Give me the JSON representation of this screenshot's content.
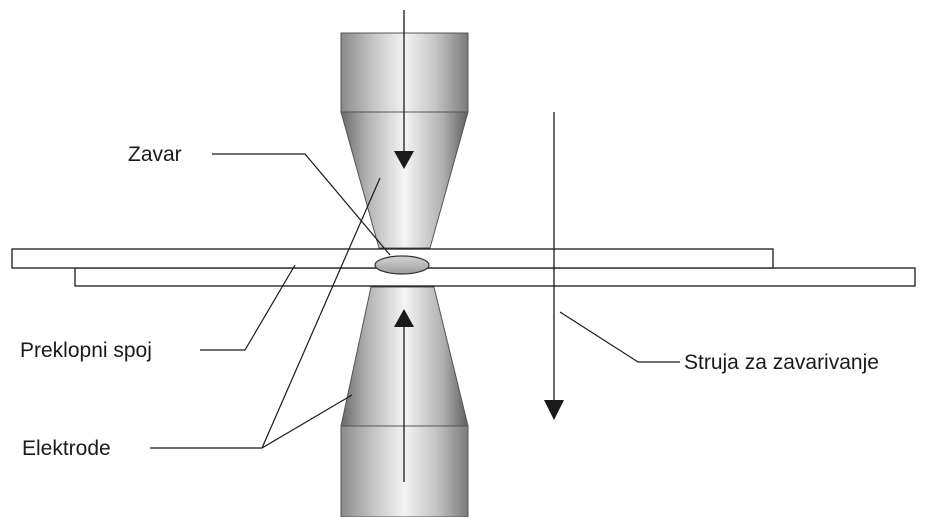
{
  "labels": {
    "weld": "Zavar",
    "lap_joint": "Preklopni spoj",
    "electrodes": "Elektrode",
    "welding_current": "Struja za zavarivanje"
  },
  "colors": {
    "background": "#ffffff",
    "stroke": "#1a1a1a",
    "electrode_light": "#f2f2f2",
    "electrode_mid": "#b8b8b8",
    "electrode_dark": "#6e6e6e",
    "weld_nugget": "#b9b9b9"
  }
}
